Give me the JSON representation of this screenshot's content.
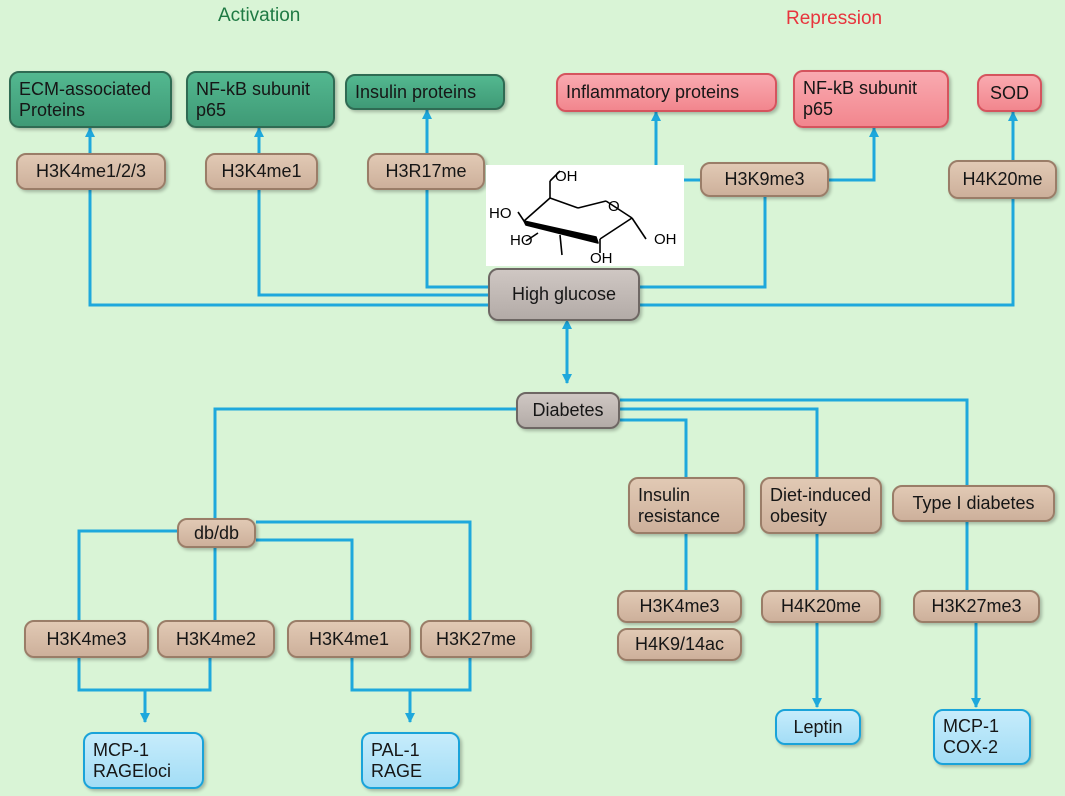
{
  "headers": {
    "activation": "Activation",
    "repression": "Repression"
  },
  "activation_targets": [
    {
      "label": "ECM-associated\nProteins"
    },
    {
      "label": "NF-kB subunit\np65"
    },
    {
      "label": "Insulin proteins"
    }
  ],
  "repression_targets": [
    {
      "label": "Inflammatory proteins"
    },
    {
      "label": "NF-kB subunit\np65"
    },
    {
      "label": "SOD"
    }
  ],
  "top_marks": {
    "h3k4me1_2_3": "H3K4me1/2/3",
    "h3k4me1": "H3K4me1",
    "h3r17me": "H3R17me",
    "h3k9me3": "H3K9me3",
    "h4k20me": "H4K20me"
  },
  "molecule": {
    "labels": [
      "OH",
      "HO",
      "O",
      "HO",
      "OH",
      "OH",
      "OH"
    ]
  },
  "high_glucose": "High glucose",
  "diabetes": "Diabetes",
  "conditions": {
    "db_db": "db/db",
    "insulin_resistance": "Insulin\nresistance",
    "diet_induced_obesity": "Diet-induced\nobesity",
    "type1_diabetes": "Type I diabetes"
  },
  "dbdb_marks": {
    "h3k4me3": "H3K4me3",
    "h3k4me2": "H3K4me2",
    "h3k4me1": "H3K4me1",
    "h3k27me": "H3K27me"
  },
  "other_marks": {
    "ir_h3k4me3": "H3K4me3",
    "ir_h4k9_14ac": "H4K9/14ac",
    "obesity_h4k20me": "H4K20me",
    "t1d_h3k27me3": "H3K27me3"
  },
  "outcomes": {
    "mcp1_rage_loci": "MCP-1\nRAGEloci",
    "pal1_rage": "PAL-1\nRAGE",
    "leptin": "Leptin",
    "mcp1_cox2": "MCP-1\nCOX-2"
  },
  "colors": {
    "background": "#d9f4d6",
    "connector": "#1ea8dc",
    "activation_text": "#1f7a44",
    "repression_text": "#e8343d"
  }
}
